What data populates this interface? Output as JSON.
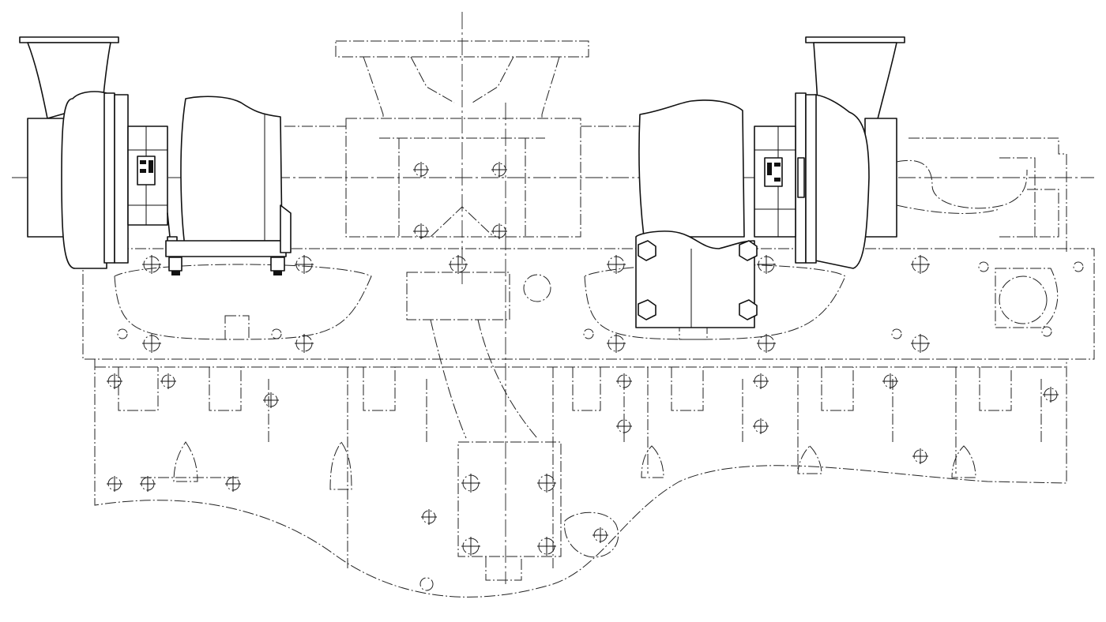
{
  "colors": {
    "line": "#111111",
    "background": "#ffffff"
  },
  "drawing": {
    "turbochargers": [
      "left-turbocharger",
      "right-turbocharger"
    ],
    "phantom_parts": [
      "exhaust-manifold",
      "engine-block",
      "crossover-pipe",
      "air-inlet-elbow"
    ]
  }
}
